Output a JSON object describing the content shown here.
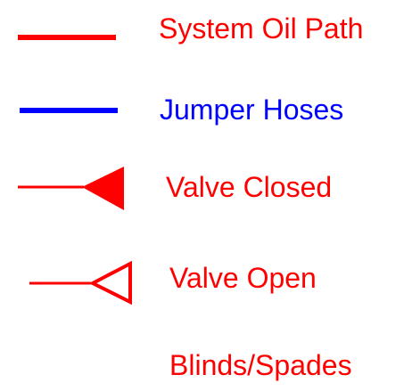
{
  "legend": {
    "items": [
      {
        "label": "System Oil Path",
        "symbol": "solid-line",
        "color": "#ff0000"
      },
      {
        "label": "Jumper Hoses",
        "symbol": "solid-line",
        "color": "#0000ff"
      },
      {
        "label": "Valve Closed",
        "symbol": "valve-closed-icon",
        "color": "#ff0000"
      },
      {
        "label": "Valve Open",
        "symbol": "valve-open-icon",
        "color": "#ff0000"
      },
      {
        "label": "Blinds/Spades",
        "symbol": "",
        "color": "#ff0000"
      }
    ]
  }
}
